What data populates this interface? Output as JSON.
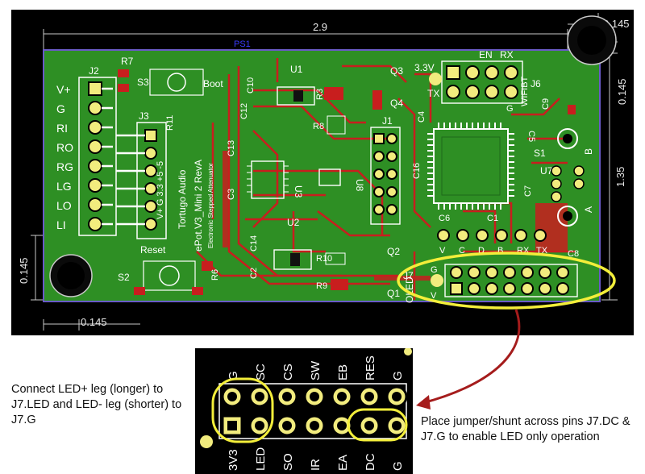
{
  "colors": {
    "board_bg": "#000000",
    "pcb_green": "#2e8f24",
    "pcb_dark": "#155d14",
    "copper": "#c81e1e",
    "silk": "#ffffff",
    "pad": "#f2ec7e",
    "highlight": "#f3ee3a",
    "arrow": "#a51c1c",
    "dim": "#c9c9c9"
  },
  "dimensions": {
    "board_width": "2.9",
    "top_right": "0.145",
    "right_side": "0.145",
    "right_height": "1.35",
    "left_side": "0.145",
    "bottom_left": "0.145",
    "p21": "PS1"
  },
  "board": {
    "j2_label": "J2",
    "j2_pins": [
      "V+",
      "G",
      "RI",
      "RO",
      "RG",
      "LG",
      "LO",
      "LI"
    ],
    "j3_label": "J3",
    "j3_pins": "V+ G 3.3 +5 -5",
    "refs": {
      "r7": "R7",
      "s3": "S3",
      "boot": "Boot",
      "r11": "R11",
      "c10": "C10",
      "c12": "C12",
      "u1": "U1",
      "r3": "R3",
      "r8": "R8",
      "q3": "Q3",
      "q4": "Q4",
      "c13": "C13",
      "c3": "C3",
      "u3": "U3",
      "u8": "U8",
      "j1": "J1",
      "c16": "C16",
      "c4": "C4",
      "u2": "U2",
      "c14": "C14",
      "c2": "C2",
      "r10": "R10",
      "r9": "R9",
      "q2": "Q2",
      "q1": "Q1",
      "r6": "R6",
      "s2": "S2",
      "reset": "Reset",
      "v33": "3.3V",
      "tx": "TX",
      "en": "EN",
      "rx": "RX",
      "j6": "J6",
      "wifibt": "WIFIBT",
      "c5": "C5",
      "c9": "C9",
      "s1": "S1",
      "u7": "U7",
      "c7": "C7",
      "c6": "C6",
      "c1": "C1",
      "c8": "C8",
      "j7": "J7",
      "oled": "OLED",
      "a_label": "A",
      "b_label": "B",
      "j7_g": "G",
      "j7_v": "V",
      "g_mark": "G"
    },
    "product_text": [
      "Tortugo Audio",
      "ePot.V3_Mini 2 RevA",
      "Electronic Stepped Attenuator"
    ],
    "bottom_header_labels": [
      "V",
      "C",
      "D",
      "B",
      "RX",
      "TX"
    ]
  },
  "zoom": {
    "top_labels": [
      "G",
      "SC",
      "CS",
      "SW",
      "EB",
      "RES",
      "G"
    ],
    "bottom_labels": [
      "3V3",
      "LED",
      "SO",
      "IR",
      "EA",
      "DC",
      "G"
    ]
  },
  "notes": {
    "left": "Connect LED+ leg (longer) to J7.LED and LED- leg (shorter) to J7.G",
    "right": "Place jumper/shunt across pins J7.DC & J7.G to enable LED only operation"
  }
}
